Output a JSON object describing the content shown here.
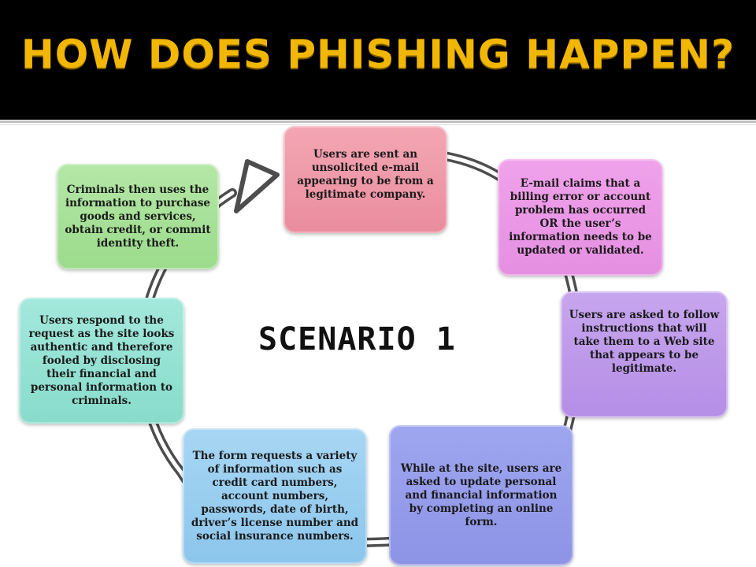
{
  "title": "HOW DOES PHISHING HAPPEN?",
  "center_label": "SCENARIO 1",
  "steps": [
    {
      "text": "Users are sent an unsolicited e-mail appearing to be from a legitimate company."
    },
    {
      "text": "E-mail claims that a billing error or account problem has occurred  OR the user’s information needs to be updated or validated."
    },
    {
      "text": "Users are asked to follow instructions that will take them to a Web site that appears to be legitimate."
    },
    {
      "text": "While at the site, users are asked to update personal and financial information by completing an online form."
    },
    {
      "text": "The form requests a variety of information such as credit card numbers, account numbers, passwords, date of birth, driver’s license number and social insurance numbers."
    },
    {
      "text": "Users respond to the request as the site looks authentic and therefore fooled by disclosing their financial and personal information to criminals."
    },
    {
      "text": "Criminals then uses the information to purchase goods and services,  obtain credit, or commit identity theft."
    }
  ],
  "colors": {
    "title": "#f2b705",
    "header_bg": "#000000",
    "arrow": "#4d4d4d",
    "step_1": "#ea8d9e",
    "step_2": "#e58fe2",
    "step_3": "#b58ee6",
    "step_4": "#8d93e6",
    "step_5": "#8cc6ec",
    "step_6": "#88dccb",
    "step_7": "#9bdb8b"
  }
}
